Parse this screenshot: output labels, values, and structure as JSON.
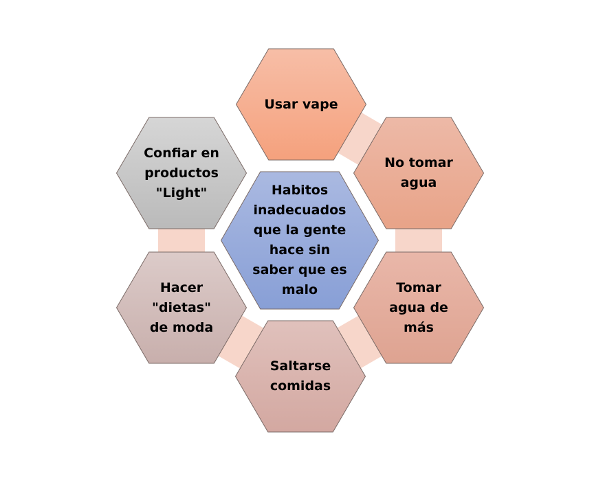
{
  "center": {
    "label": "Habitos inadecuados que la gente hace sin saber que es malo",
    "lines": [
      "Habitos",
      "inadecuados",
      "que la gente",
      "hace sin",
      "saber que es",
      "malo"
    ],
    "colors": [
      "#aab9e1",
      "#889fd6"
    ]
  },
  "nodes": [
    {
      "id": "top",
      "lines": [
        "Usar vape"
      ],
      "colors": [
        "#f7bea7",
        "#f5a17d"
      ]
    },
    {
      "id": "right-top",
      "lines": [
        "No tomar",
        "agua"
      ],
      "colors": [
        "#edb9a7",
        "#e8a388"
      ]
    },
    {
      "id": "right-bottom",
      "lines": [
        "Tomar",
        "agua de",
        "más"
      ],
      "colors": [
        "#e9b7a9",
        "#dea391"
      ]
    },
    {
      "id": "bottom",
      "lines": [
        "Saltarse",
        "comidas"
      ],
      "colors": [
        "#e0c1bc",
        "#d3a8a1"
      ]
    },
    {
      "id": "left-bottom",
      "lines": [
        "Hacer",
        "\"dietas\"",
        "de moda"
      ],
      "colors": [
        "#dccbc9",
        "#c8afac"
      ]
    },
    {
      "id": "left-top",
      "lines": [
        "Confiar en",
        "productos",
        "\"Light\""
      ],
      "colors": [
        "#d6d6d6",
        "#bababa"
      ]
    }
  ],
  "connector_color": "#f7d6ca"
}
